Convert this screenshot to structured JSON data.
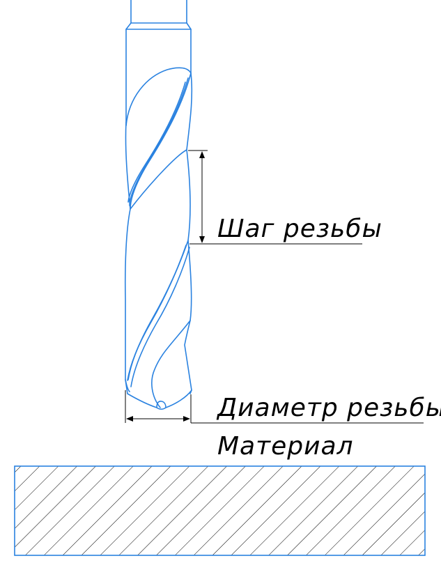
{
  "labels": {
    "thread_pitch": "Шаг резьбы",
    "thread_diameter": "Диаметр резьбы",
    "material": "Материал"
  },
  "colors": {
    "drill_outline": "#2a82e0",
    "material_outline": "#2a82e0",
    "hatch": "#000000",
    "dimension": "#000000",
    "background": "#ffffff"
  }
}
